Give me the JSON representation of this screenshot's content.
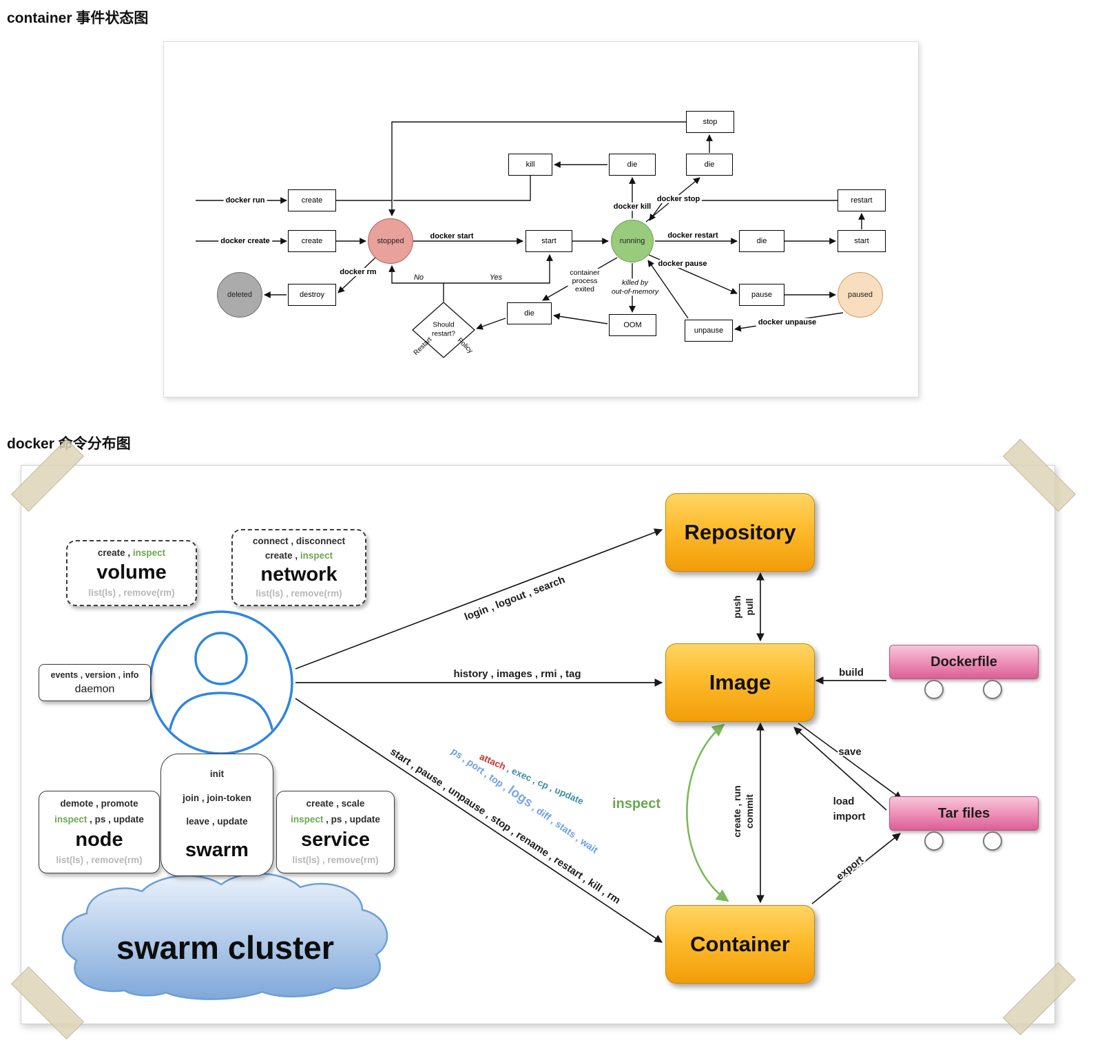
{
  "titles": {
    "state_diagram": "container 事件状态图",
    "command_diagram": "docker 命令分布图"
  },
  "state": {
    "box_stop": "stop",
    "box_kill": "kill",
    "box_die": "die",
    "box_create": "create",
    "box_restart": "restart",
    "box_start": "start",
    "box_destroy": "destroy",
    "box_oom": "OOM",
    "box_pause": "pause",
    "box_unpause": "unpause",
    "circle_stopped": "stopped",
    "circle_running": "running",
    "circle_paused": "paused",
    "circle_deleted": "deleted",
    "decision_line1": "Should",
    "decision_line2": "restart?",
    "lbl_docker_run": "docker run",
    "lbl_docker_create": "docker create",
    "lbl_docker_start": "docker start",
    "lbl_docker_kill": "docker kill",
    "lbl_docker_stop": "docker stop",
    "lbl_docker_restart": "docker restart",
    "lbl_docker_pause": "docker pause",
    "lbl_docker_unpause": "docker unpause",
    "lbl_docker_rm": "docker rm",
    "lbl_no": "No",
    "lbl_yes": "Yes",
    "lbl_exited_1": "container",
    "lbl_exited_2": "process",
    "lbl_exited_3": "exited",
    "lbl_oom_1": "killed by",
    "lbl_oom_2": "out-of-memory",
    "lbl_policy_1": "Restart",
    "lbl_policy_2": "Policy"
  },
  "cmd": {
    "volume": {
      "l1a": "create , ",
      "l1b": "inspect",
      "name": "volume",
      "gray": "list(ls) , remove(rm)"
    },
    "network": {
      "l1": "connect , disconnect",
      "l2a": "create , ",
      "l2b": "inspect",
      "name": "network",
      "gray": "list(ls) , remove(rm)"
    },
    "daemon": {
      "l1": "events , version , info",
      "name": "daemon"
    },
    "node": {
      "l1": "demote , promote",
      "l2a": "inspect",
      "l2b": " , ps , update",
      "name": "node",
      "gray": "list(ls) , remove(rm)"
    },
    "swarm": {
      "l1": "init",
      "l2": "join , join-token",
      "l3": "leave , update",
      "name": "swarm"
    },
    "service": {
      "l1": "create , scale",
      "l2a": "inspect",
      "l2b": " , ps , update",
      "name": "service",
      "gray": "list(ls) , remove(rm)"
    },
    "cloud": "swarm cluster",
    "repository": "Repository",
    "image": "Image",
    "container": "Container",
    "dockerfile": "Dockerfile",
    "tarfiles": "Tar files",
    "edges": {
      "login": "login , logout , search",
      "history": "history , images , rmi , tag",
      "push": "push",
      "pull": "pull",
      "create_run": "create , run",
      "commit": "commit",
      "build": "build",
      "save": "save",
      "load": "load",
      "import": "import",
      "export": "export",
      "inspect": "inspect",
      "container_black": "start , pause , unpause , stop , rename , restart , kill , rm",
      "container_blue_pre": "ps , port , top , ",
      "container_blue_logs": "logs",
      "container_blue_post": " , diff , stats , wait",
      "container_red": "attach",
      "container_teal": " , exec , cp , update"
    }
  },
  "colors": {
    "green_accent": "#6aa84f",
    "gray_muted": "#b7b7b7",
    "cmd_blue": "#6d9eeb",
    "cmd_teal": "#3c8fa3",
    "cmd_red": "#cc3125",
    "entity_orange": "#f29d08",
    "file_pink": "#da5f95",
    "cloud_blue": "#7fa8d9",
    "state_running_green": "#99cb7d",
    "state_stopped_red": "#e8a29b",
    "state_paused_peach": "#f9ddbf",
    "state_deleted_gray": "#ababab"
  }
}
